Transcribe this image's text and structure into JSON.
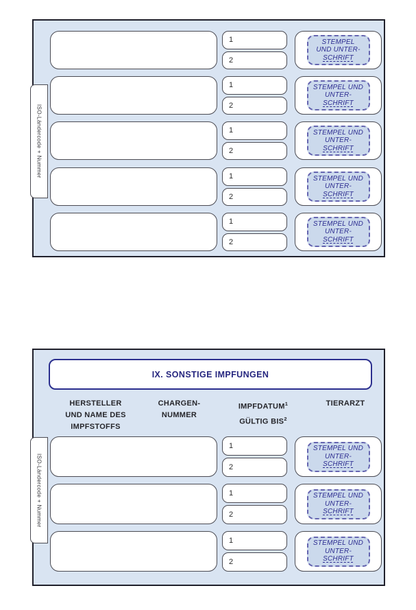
{
  "side_tab": {
    "label": "ISO-Ländercode + Nummer"
  },
  "colors": {
    "panel_bg": "#d9e4f2",
    "panel_border": "#20202b",
    "box_border": "#4a4a52",
    "section_border": "#2b2f8e",
    "title_text": "#26267f",
    "column_header_text": "#26262b",
    "stamp_text": "#2c2c90",
    "stamp_fill": "#cbd9ec",
    "stamp_dash_border": "#6565b0"
  },
  "top_panel": {
    "rows": [
      {
        "num1": "1",
        "num2": "2",
        "stamp_lines": [
          "STEMPEL",
          "UND UNTER-",
          "SCHRIFT"
        ]
      },
      {
        "num1": "1",
        "num2": "2",
        "stamp_lines": [
          "STEMPEL UND",
          "UNTER-",
          "SCHRIFT"
        ]
      },
      {
        "num1": "1",
        "num2": "2",
        "stamp_lines": [
          "STEMPEL UND",
          "UNTER-",
          "SCHRIFT"
        ]
      },
      {
        "num1": "1",
        "num2": "2",
        "stamp_lines": [
          "STEMPEL UND",
          "UNTER-",
          "SCHRIFT"
        ]
      },
      {
        "num1": "1",
        "num2": "2",
        "stamp_lines": [
          "STEMPEL UND",
          "UNTER-",
          "SCHRIFT"
        ]
      }
    ]
  },
  "bottom_panel": {
    "title": "IX. SONSTIGE IMPFUNGEN",
    "columns": [
      {
        "lines": [
          "HERSTELLER",
          "UND NAME DES",
          "IMPFSTOFFS"
        ]
      },
      {
        "lines": [
          "CHARGEN-",
          "NUMMER"
        ]
      },
      {
        "lines": [
          "IMPFDATUM",
          "GÜLTIG BIS"
        ],
        "sups": [
          "1",
          "2"
        ]
      },
      {
        "lines": [
          "TIERARZT"
        ]
      }
    ],
    "rows": [
      {
        "num1": "1",
        "num2": "2",
        "stamp_lines": [
          "STEMPEL UND",
          "UNTER-",
          "SCHRIFT"
        ]
      },
      {
        "num1": "1",
        "num2": "2",
        "stamp_lines": [
          "STEMPEL UND",
          "UNTER-",
          "SCHRIFT"
        ]
      },
      {
        "num1": "1",
        "num2": "2",
        "stamp_lines": [
          "STEMPEL UND",
          "UNTER-",
          "SCHRIFT"
        ]
      }
    ]
  }
}
